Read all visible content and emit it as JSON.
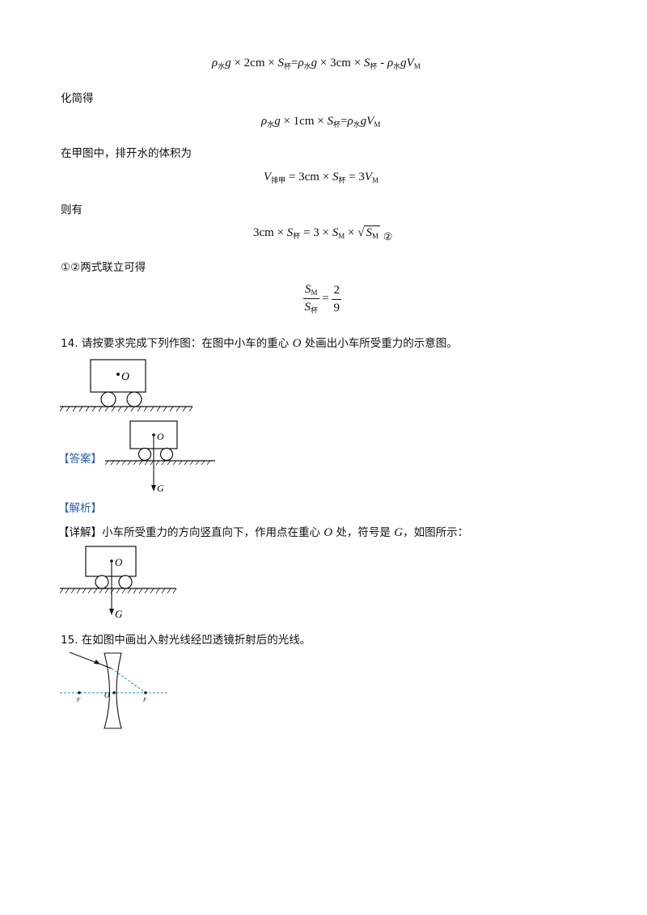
{
  "lines": {
    "l1": "化简得",
    "l2": "在甲图中，排开水的体积为",
    "l3": "则有",
    "l4": "①②两式联立可得"
  },
  "q14": {
    "number": "14.",
    "text": "请按要求完成下列作图：在图中小车的重心",
    "point": "O",
    "text2": "处画出小车所受重力的示意图。",
    "answer_label": "【答案】",
    "analysis_label": "【解析】",
    "detail_label": "【详解】",
    "detail_text1": "小车所受重力的方向竖直向下，作用点在重心",
    "detail_point": "O",
    "detail_text2": "处，符号是",
    "detail_symbol": "G",
    "detail_text3": "，如图所示："
  },
  "q15": {
    "number": "15.",
    "text": "在如图中画出入射光线经凹透镜折射后的光线。"
  },
  "figure_labels": {
    "center": "O",
    "gravity": "G",
    "focus": "F",
    "lens_center": "O"
  },
  "equations": {
    "rho": "ρ",
    "water_sub": "水",
    "cup_sub": "杯",
    "m_sub": "M",
    "pai_sub": "排甲",
    "g": "g",
    "S": "S",
    "V": "V",
    "e1_a": "× 2cm ×",
    "e1_eq": "=",
    "e1_b": "× 3cm ×",
    "e1_minus": "-",
    "e2_a": "× 1cm ×",
    "e3_eq": "= 3cm ×",
    "e3_b": "= 3",
    "e4_a": "3cm ×",
    "e4_b": "= 3 ×",
    "e4_times": "×",
    "circ2": "②",
    "frac_num": "2",
    "frac_den": "9"
  },
  "colors": {
    "answer_blue": "#2f5fa8",
    "ray_dashed": "#2a8fb5"
  }
}
